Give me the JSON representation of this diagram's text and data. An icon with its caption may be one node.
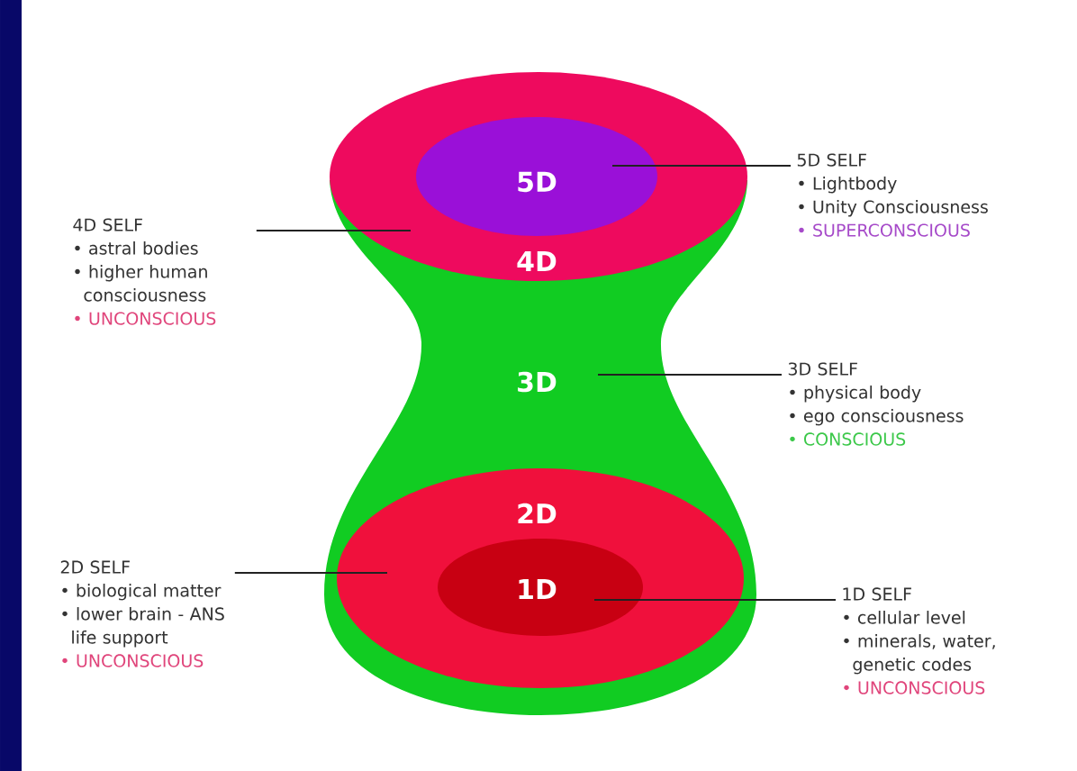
{
  "diagram": {
    "nodes": [
      {
        "text": [
          "3D"
        ]
      },
      {
        "text": [
          "4D"
        ]
      },
      {
        "text": [
          "5D"
        ],
        "in": 1
      },
      {
        "text": [
          "2D"
        ],
        "in": 0
      },
      {
        "text": [
          "1D"
        ],
        "in": 3
      },
      {
        "text": [
          "4D SELF",
          "• astral bodies",
          "• higher human consciousness",
          "• UNCONSCIOUS"
        ]
      },
      {
        "text": [
          "5D SELF",
          "• Lightbody",
          "• Unity Consciousness",
          "• SUPERCONSCIOUS"
        ]
      },
      {
        "text": [
          "3D SELF",
          "• physical body",
          "• ego consciousness",
          "• CONSCIOUS"
        ]
      },
      {
        "text": [
          "2D SELF",
          "• biological matter",
          "• lower brain - ANS life support",
          "• UNCONSCIOUS"
        ]
      },
      {
        "text": [
          "1D SELF",
          "• cellular level",
          "• minerals, water, genetic codes",
          "• UNCONSCIOUS"
        ]
      }
    ],
    "edges": [
      {
        "from": 5,
        "to": 1,
        "arrow": "none"
      },
      {
        "from": 6,
        "to": 2,
        "arrow": "none"
      },
      {
        "from": 7,
        "to": 0,
        "arrow": "none"
      },
      {
        "from": 8,
        "to": 3,
        "arrow": "none"
      },
      {
        "from": 9,
        "to": 4,
        "arrow": "none"
      }
    ]
  }
}
